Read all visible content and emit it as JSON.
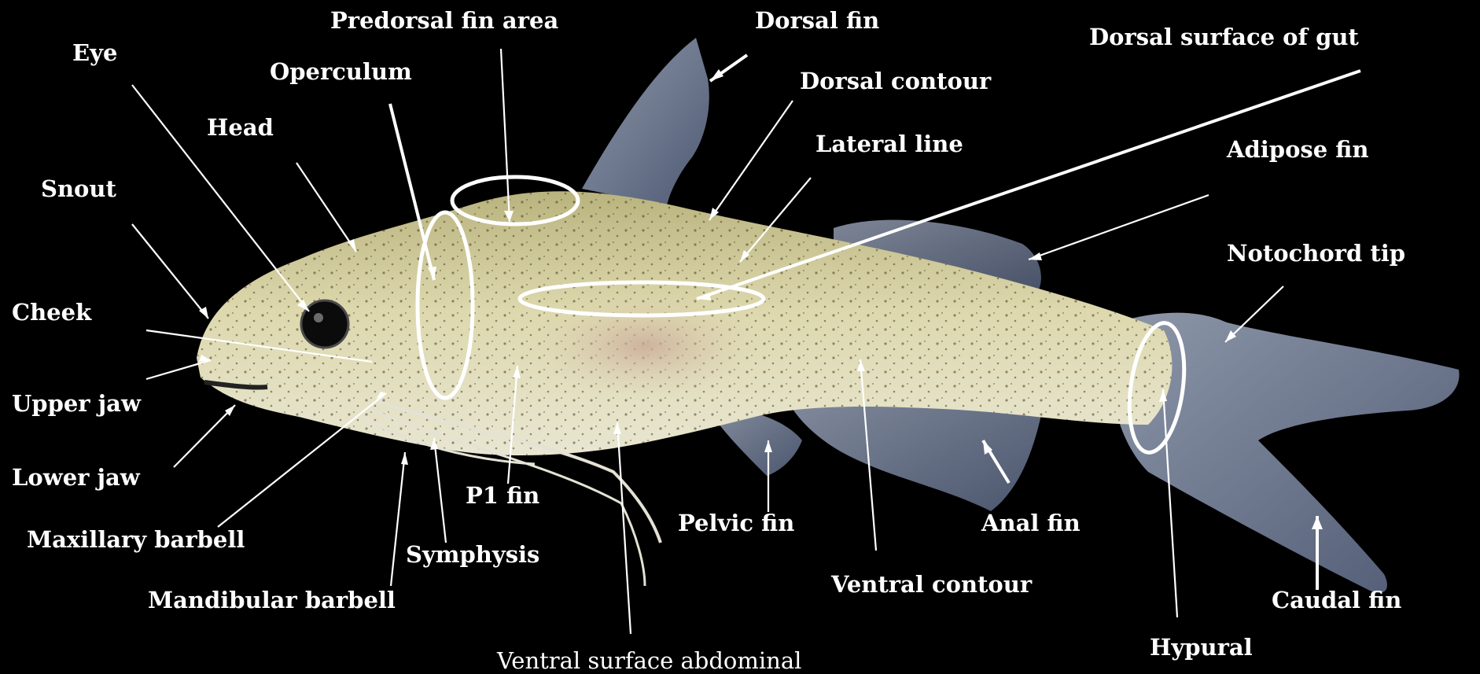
{
  "labels": {
    "eye": "Eye",
    "predorsal": "Predorsal fin area",
    "dorsal_fin": "Dorsal fin",
    "dorsal_gut": "Dorsal surface of gut",
    "operculum": "Operculum",
    "dorsal_contour": "Dorsal contour",
    "head": "Head",
    "lateral_line": "Lateral line",
    "adipose": "Adipose fin",
    "snout": "Snout",
    "notochord": "Notochord tip",
    "cheek": "Cheek",
    "upper_jaw": "Upper jaw",
    "lower_jaw": "Lower jaw",
    "p1_fin": "P1 fin",
    "pelvic_fin": "Pelvic fin",
    "anal_fin": "Anal fin",
    "maxillary": "Maxillary barbell",
    "symphysis": "Symphysis",
    "ventral_contour": "Ventral contour",
    "caudal": "Caudal  fin",
    "mandibular": "Mandibular barbell",
    "hypural": "Hypural",
    "ventral_abdominal": "Ventral surface abdominal"
  },
  "colors": {
    "background": "#000000",
    "body": "#d8d3a6",
    "fins": "#7f8ca8",
    "annotation": "#ffffff"
  }
}
